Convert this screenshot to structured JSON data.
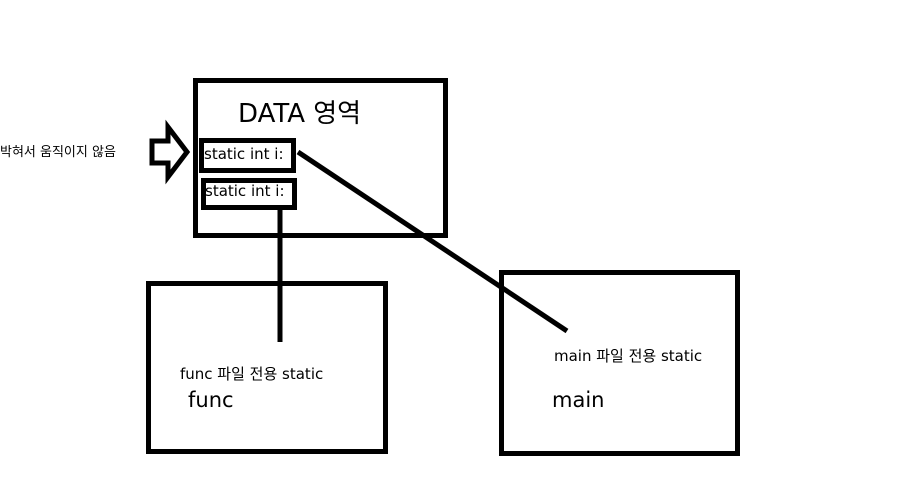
{
  "data_area": {
    "title": "DATA 영역",
    "var_top": "static int i:",
    "var_bottom": "static int i:"
  },
  "note": {
    "label": "박혀서 움직이지 않음",
    "arrow_icon": "right-arrow-icon"
  },
  "func_file": {
    "caption": "func 파일 전용 static",
    "name": "func"
  },
  "main_file": {
    "caption": "main 파일 전용 static",
    "name": "main"
  },
  "colors": {
    "stroke": "#000000",
    "background": "#ffffff"
  }
}
